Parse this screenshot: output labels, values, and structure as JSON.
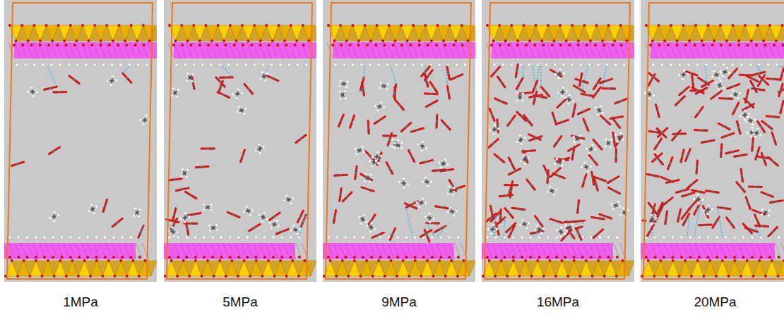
{
  "diagram": {
    "labels": [
      "1MPa",
      "5MPa",
      "9MPa",
      "16MPa",
      "20MPa"
    ]
  }
}
